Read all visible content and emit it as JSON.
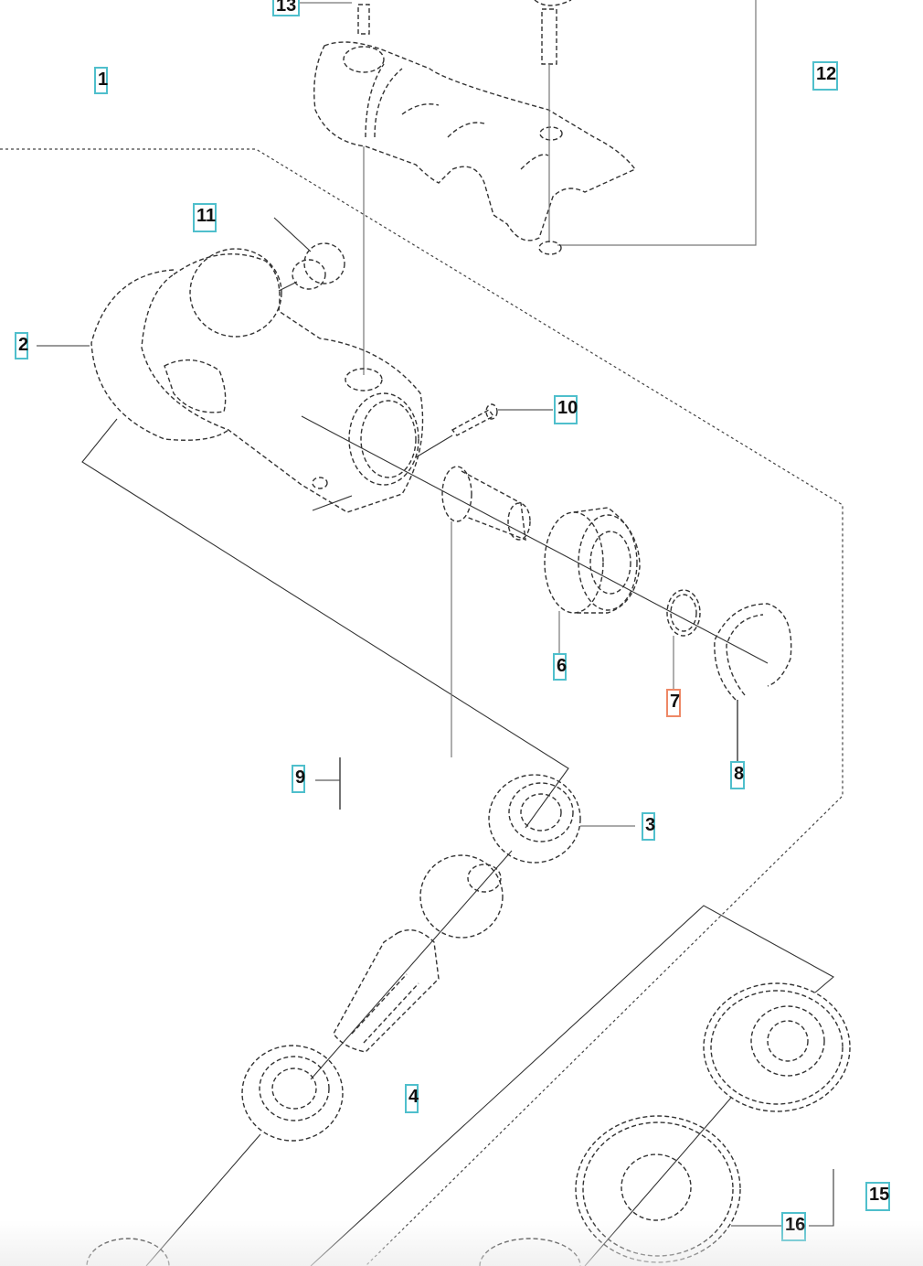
{
  "diagram": {
    "type": "exploded parts view",
    "accent_color": "#4fbfcc",
    "selected_color": "#ee8866",
    "selected_part": "7",
    "callouts": [
      {
        "id": "1",
        "text": "1"
      },
      {
        "id": "2",
        "text": "2"
      },
      {
        "id": "3",
        "text": "3"
      },
      {
        "id": "4",
        "text": "4"
      },
      {
        "id": "6",
        "text": "6"
      },
      {
        "id": "7",
        "text": "7"
      },
      {
        "id": "8",
        "text": "8"
      },
      {
        "id": "9",
        "text": "9"
      },
      {
        "id": "10",
        "text": "10"
      },
      {
        "id": "11",
        "text": "11"
      },
      {
        "id": "12",
        "text": "12"
      },
      {
        "id": "13",
        "text": "13"
      },
      {
        "id": "15",
        "text": "15"
      },
      {
        "id": "16",
        "text": "16"
      }
    ]
  }
}
